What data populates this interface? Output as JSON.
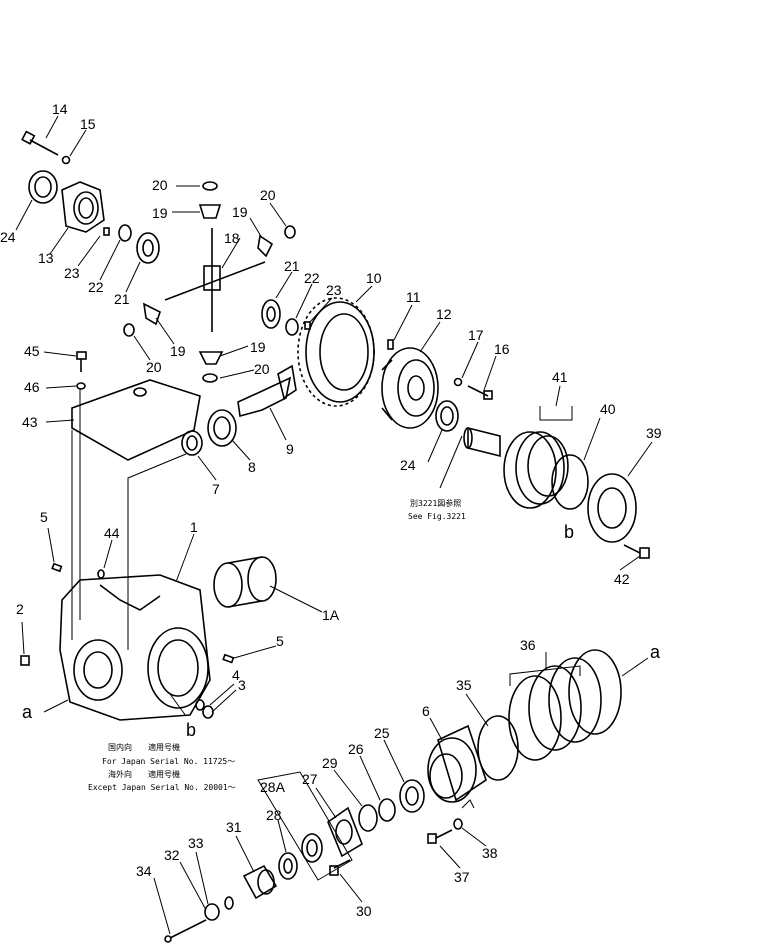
{
  "diagram": {
    "part_labels": {
      "p1": "1",
      "p1a": "1A",
      "p2": "2",
      "p3": "3",
      "p4": "4",
      "p5a": "5",
      "p5b": "5",
      "p6": "6",
      "p7": "7",
      "p8": "8",
      "p9": "9",
      "p10": "10",
      "p11": "11",
      "p12": "12",
      "p13": "13",
      "p14": "14",
      "p15": "15",
      "p16": "16",
      "p17": "17",
      "p18": "18",
      "p19a": "19",
      "p19b": "19",
      "p19c": "19",
      "p19d": "19",
      "p20a": "20",
      "p20b": "20",
      "p20c": "20",
      "p20d": "20",
      "p21a": "21",
      "p21b": "21",
      "p22a": "22",
      "p22b": "22",
      "p23a": "23",
      "p23b": "23",
      "p24a": "24",
      "p24b": "24",
      "p25": "25",
      "p26": "26",
      "p27": "27",
      "p28": "28",
      "p28a": "28A",
      "p29": "29",
      "p30": "30",
      "p31": "31",
      "p32": "32",
      "p33": "33",
      "p34": "34",
      "p35": "35",
      "p36": "36",
      "p37": "37",
      "p38": "38",
      "p39": "39",
      "p40": "40",
      "p41": "41",
      "p42": "42",
      "p43": "43",
      "p44": "44",
      "p45": "45",
      "p46": "46"
    },
    "ref_letters": {
      "a1": "a",
      "a2": "a",
      "b1": "b",
      "b2": "b"
    },
    "see_figure_note": {
      "jp": "別3221図参照",
      "en": "See Fig.3221"
    },
    "serial_note": {
      "line1_jp": "国内向　　適用号機",
      "line2": "For Japan     Serial No. 11725～",
      "line3_jp": "海外向　　適用号機",
      "line4": "Except Japan  Serial No. 20001～"
    }
  }
}
